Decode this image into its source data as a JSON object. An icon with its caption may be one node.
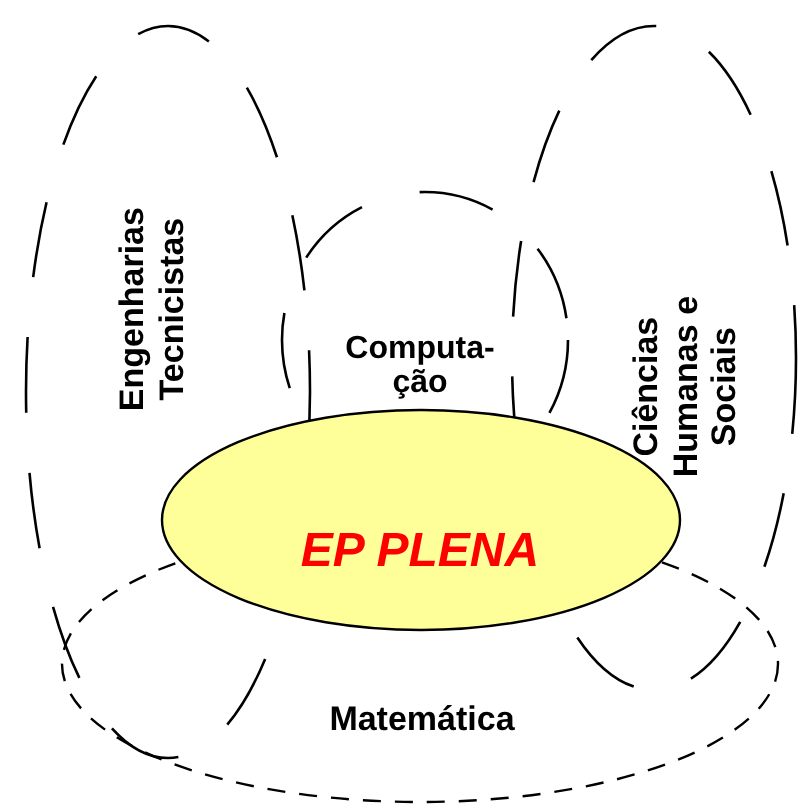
{
  "diagram": {
    "nodes": [
      {
        "text": [
          "Engenharias Tecnicistas"
        ]
      },
      {
        "text": [
          "Ciências Humanas e Sociais"
        ]
      },
      {
        "text": [
          "Computa- ção"
        ]
      },
      {
        "text": [
          "Matemática"
        ]
      },
      {
        "text": [
          "EP PLENA"
        ]
      }
    ]
  }
}
